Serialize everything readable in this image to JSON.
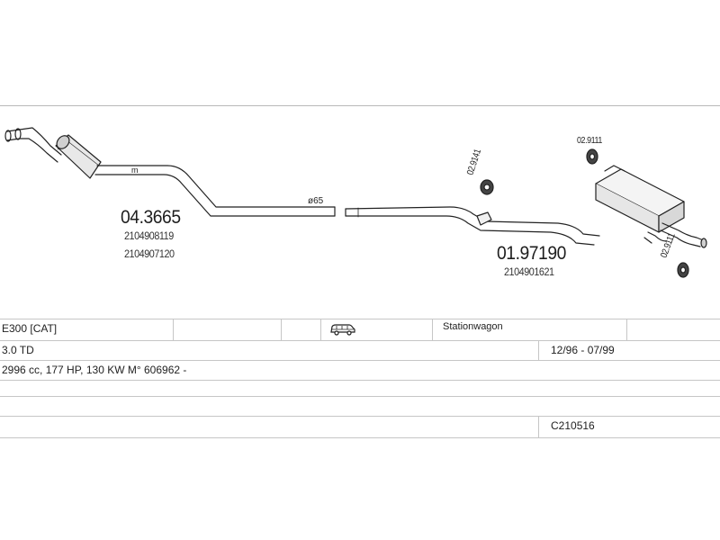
{
  "parts": {
    "front_pipe": {
      "number": "04.3665",
      "refs": [
        "2104908119",
        "2104907120"
      ]
    },
    "rear_silencer": {
      "number": "01.97190",
      "ref": "2104901621"
    },
    "hanger_1": {
      "number": "02.9141"
    },
    "hanger_2": {
      "number": "02.9111"
    },
    "hanger_3": {
      "number": "02.9111"
    },
    "diameter_label": "ø65",
    "marker_m": "m"
  },
  "table": {
    "row1": {
      "model": "E300  [CAT]",
      "body": "Stationwagon"
    },
    "row2": {
      "engine": "3.0 TD",
      "years": "12/96 - 07/99"
    },
    "row3": {
      "spec": "2996 cc, 177 HP, 130 KW M° 606962 -"
    },
    "row5": {
      "code": "C210516"
    }
  },
  "icons": {
    "vehicle": "station-wagon-car-icon"
  }
}
